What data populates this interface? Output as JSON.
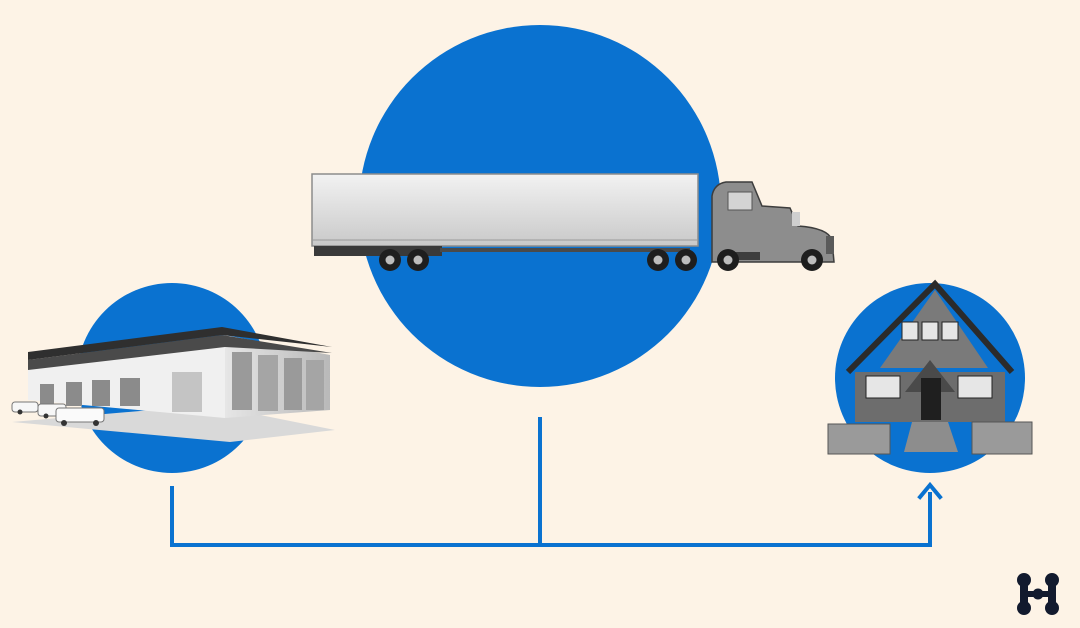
{
  "diagram": {
    "nodes": [
      {
        "id": "warehouse",
        "icon": "warehouse-icon"
      },
      {
        "id": "truck",
        "icon": "semi-truck-icon"
      },
      {
        "id": "house",
        "icon": "house-icon"
      }
    ],
    "flow": {
      "from": "warehouse",
      "via": "truck",
      "to": "house",
      "arrow_head": "house"
    }
  },
  "colors": {
    "background": "#fdf3e6",
    "accent_blue": "#0a72d0",
    "logo": "#121a2e"
  },
  "brand": {
    "logo_icon": "brand-logo-icon"
  }
}
